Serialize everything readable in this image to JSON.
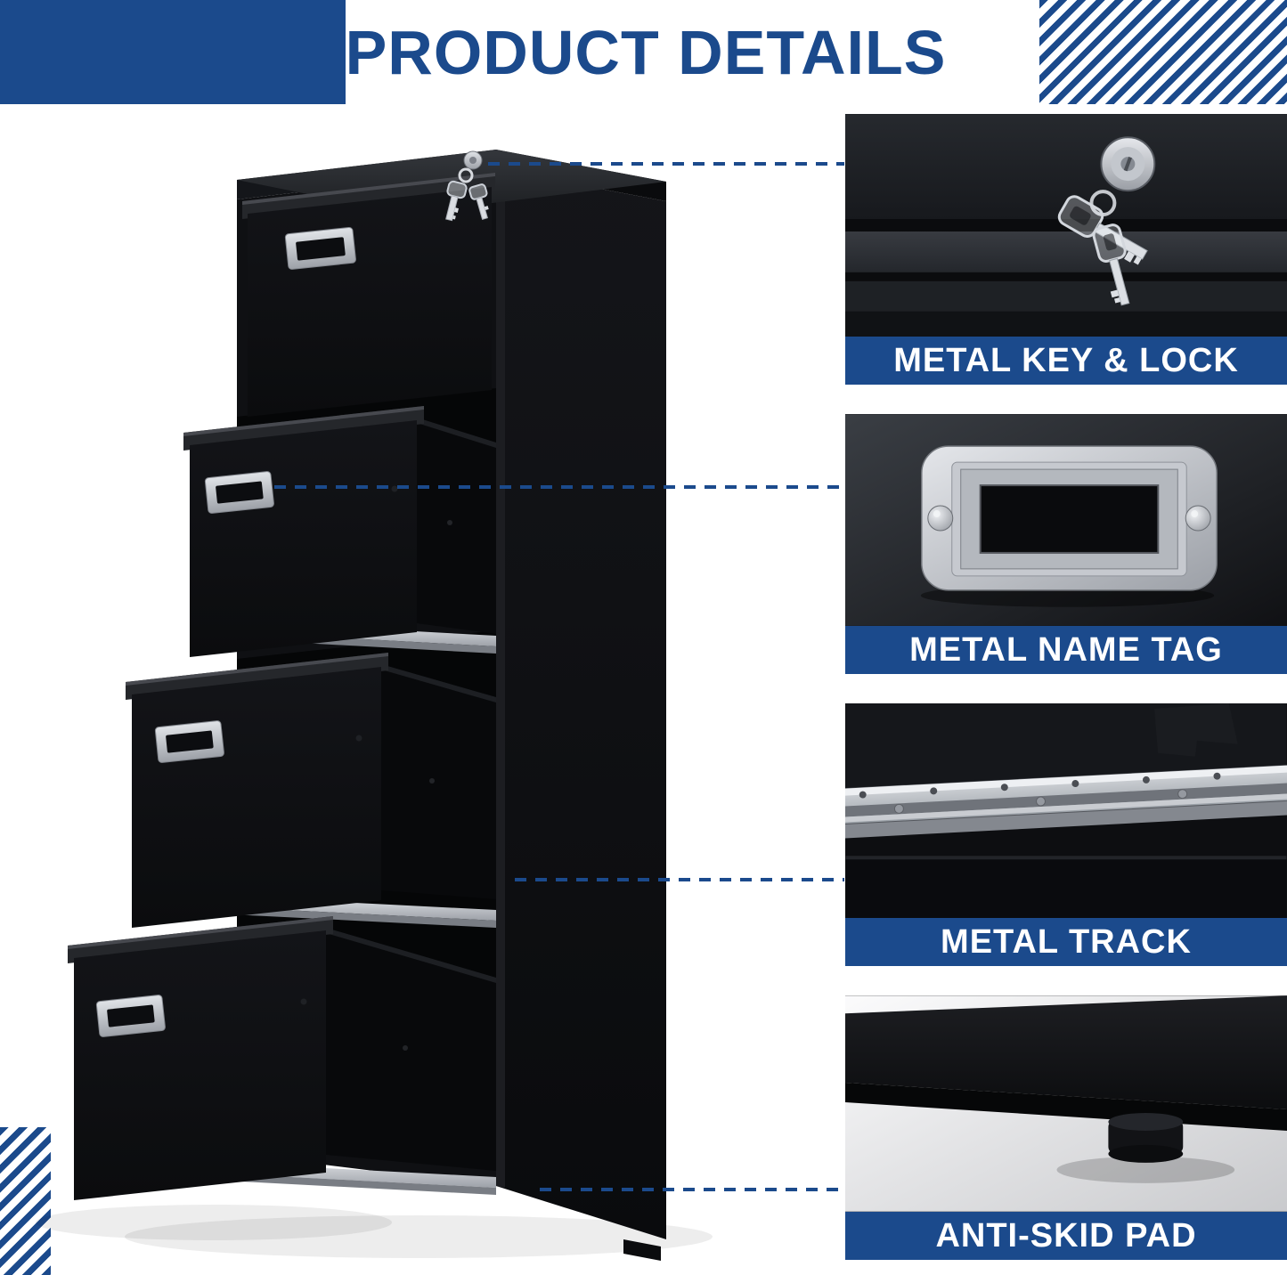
{
  "header": {
    "title": "PRODUCT DETAILS"
  },
  "callouts": [
    {
      "id": "key-lock",
      "label": "METAL KEY & LOCK",
      "photo": "metal-key-and-lock-closeup"
    },
    {
      "id": "name-tag",
      "label": "METAL NAME TAG",
      "photo": "metal-name-tag-closeup"
    },
    {
      "id": "track",
      "label": "METAL TRACK",
      "photo": "metal-drawer-track-closeup"
    },
    {
      "id": "pad",
      "label": "ANTI-SKID PAD",
      "photo": "anti-skid-pad-closeup"
    }
  ],
  "product_photo": "black 4-drawer vertical metal file cabinet with drawers pulled open, silver name-tag holder on each drawer, key and lock on top drawer",
  "colors": {
    "primary_blue": "#1b4a8c",
    "title_blue": "#1b4a8c",
    "label_text": "#ffffff"
  }
}
